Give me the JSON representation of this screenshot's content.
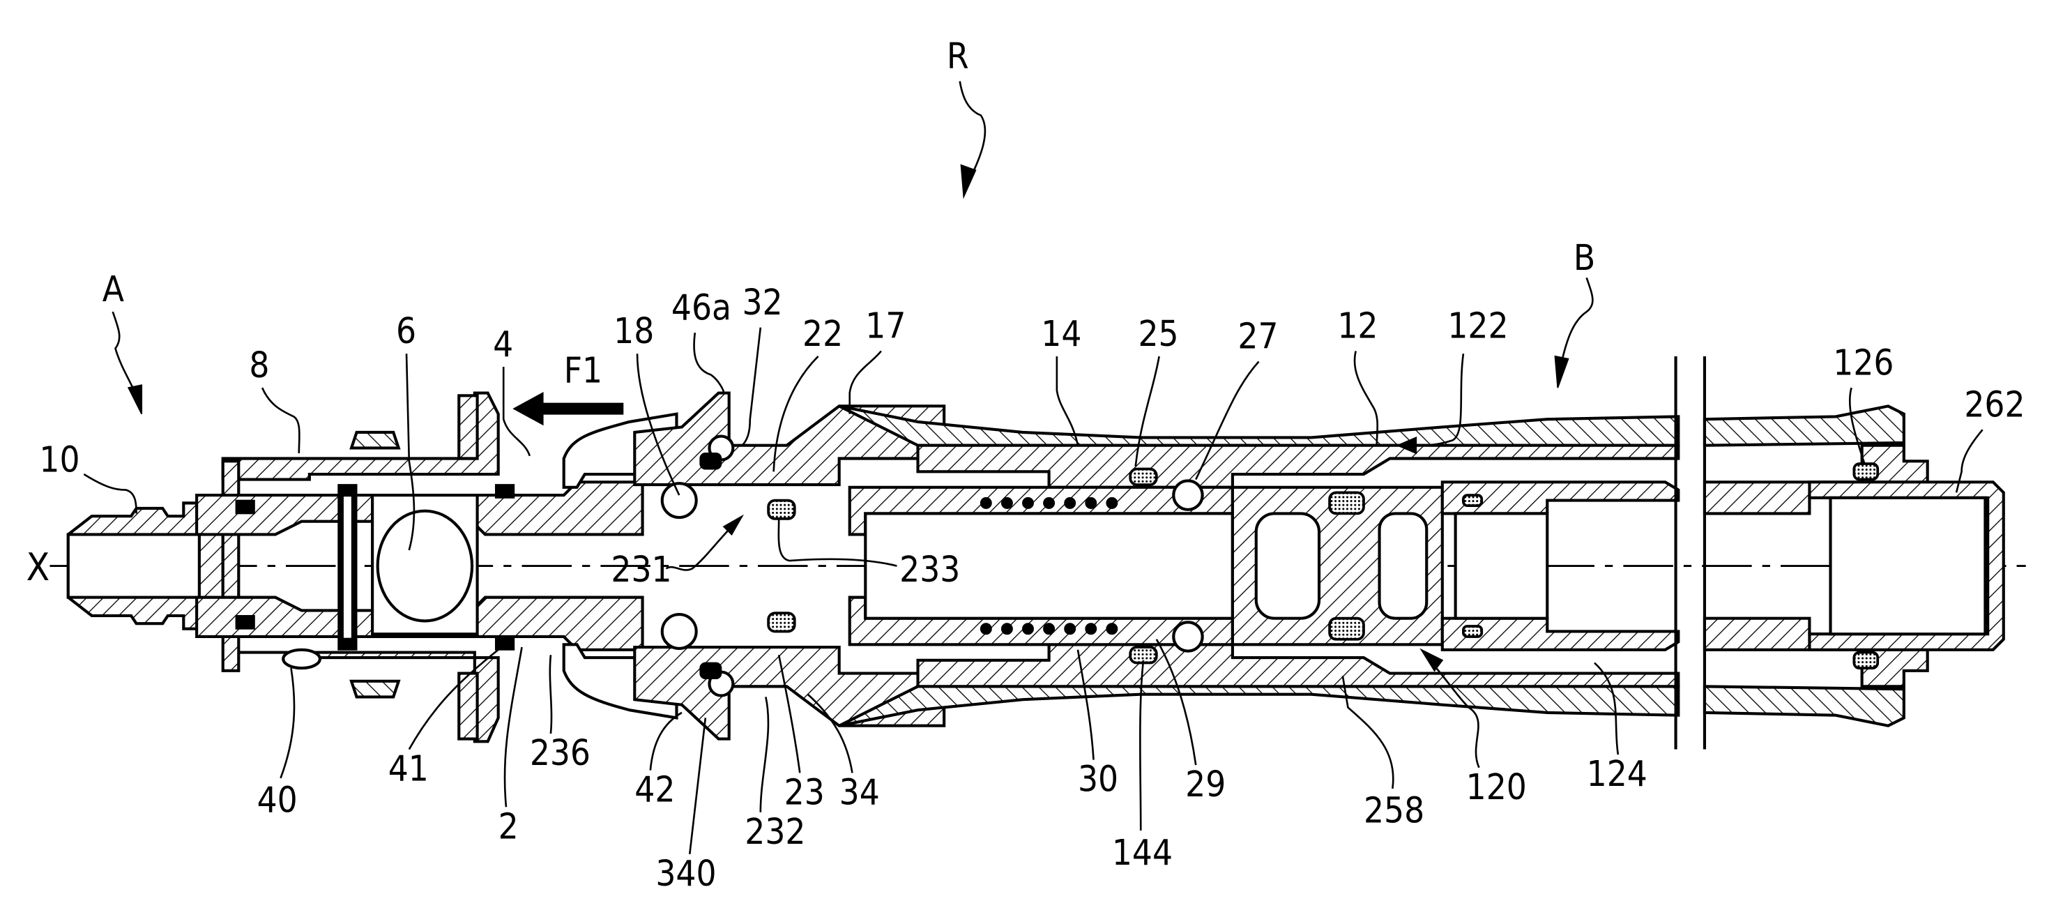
{
  "figure": {
    "title": "Fluid coupling assembly — longitudinal section",
    "axis_label": "X",
    "assembly_labels": {
      "overall": "R",
      "male_element": "A",
      "female_element": "B"
    },
    "force_label": "F1",
    "reference_numerals": {
      "top": [
        "10",
        "8",
        "6",
        "4",
        "18",
        "46a",
        "32",
        "22",
        "17",
        "14",
        "25",
        "27",
        "12",
        "122",
        "126",
        "262"
      ],
      "middle": [
        "231",
        "233"
      ],
      "bottom": [
        "40",
        "41",
        "2",
        "236",
        "42",
        "340",
        "232",
        "23",
        "34",
        "30",
        "144",
        "29",
        "258",
        "120",
        "124"
      ]
    }
  }
}
